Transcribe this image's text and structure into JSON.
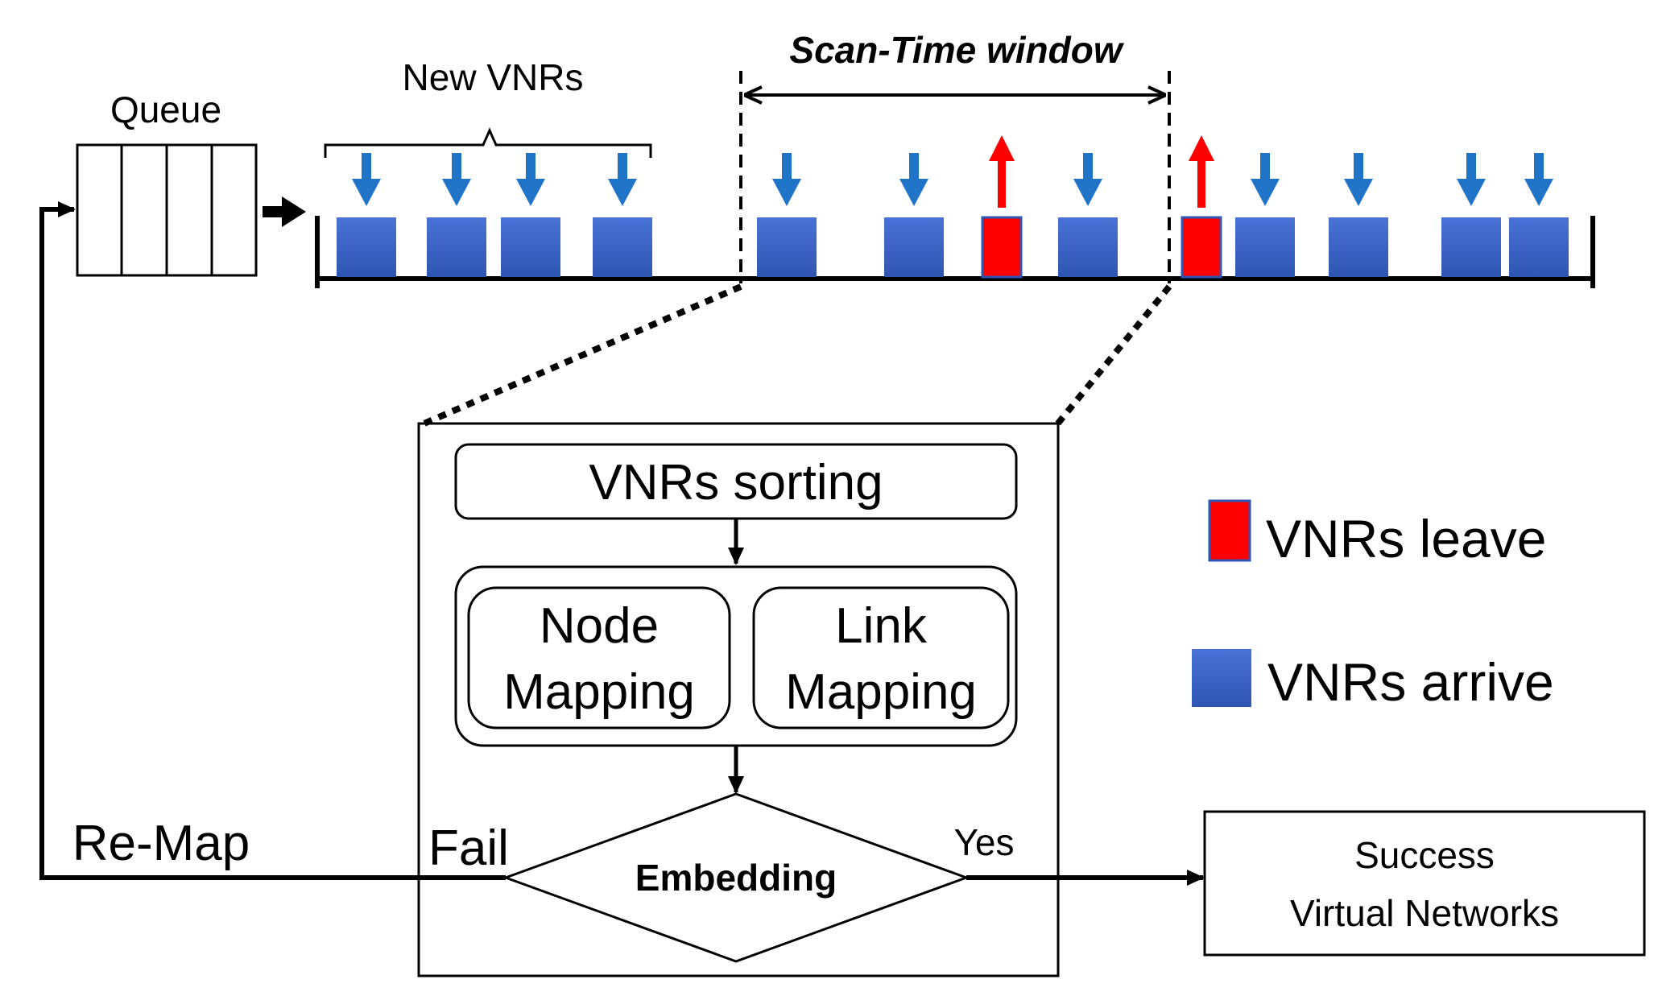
{
  "labels": {
    "queue": "Queue",
    "new_vnrs": "New VNRs",
    "scan_window": "Scan-Time window",
    "vnrs_sorting": "VNRs sorting",
    "node_mapping_1": "Node",
    "node_mapping_2": "Mapping",
    "link_mapping_1": "Link",
    "link_mapping_2": "Mapping",
    "embedding": "Embedding",
    "fail": "Fail",
    "yes": "Yes",
    "remap": "Re-Map",
    "success_1": "Success",
    "success_2": "Virtual Networks"
  },
  "legend": {
    "leave": "VNRs leave",
    "arrive": "VNRs arrive"
  },
  "colors": {
    "arrive_fill": "#3a62c4",
    "arrive_arrow": "#1f74c7",
    "leave_fill": "#ff0000",
    "leave_arrow": "#ff0000",
    "line": "#000000"
  },
  "timeline_events": [
    "arrive",
    "arrive",
    "arrive",
    "arrive",
    "arrive",
    "arrive",
    "leave",
    "arrive",
    "leave",
    "arrive",
    "arrive",
    "arrive",
    "arrive"
  ]
}
